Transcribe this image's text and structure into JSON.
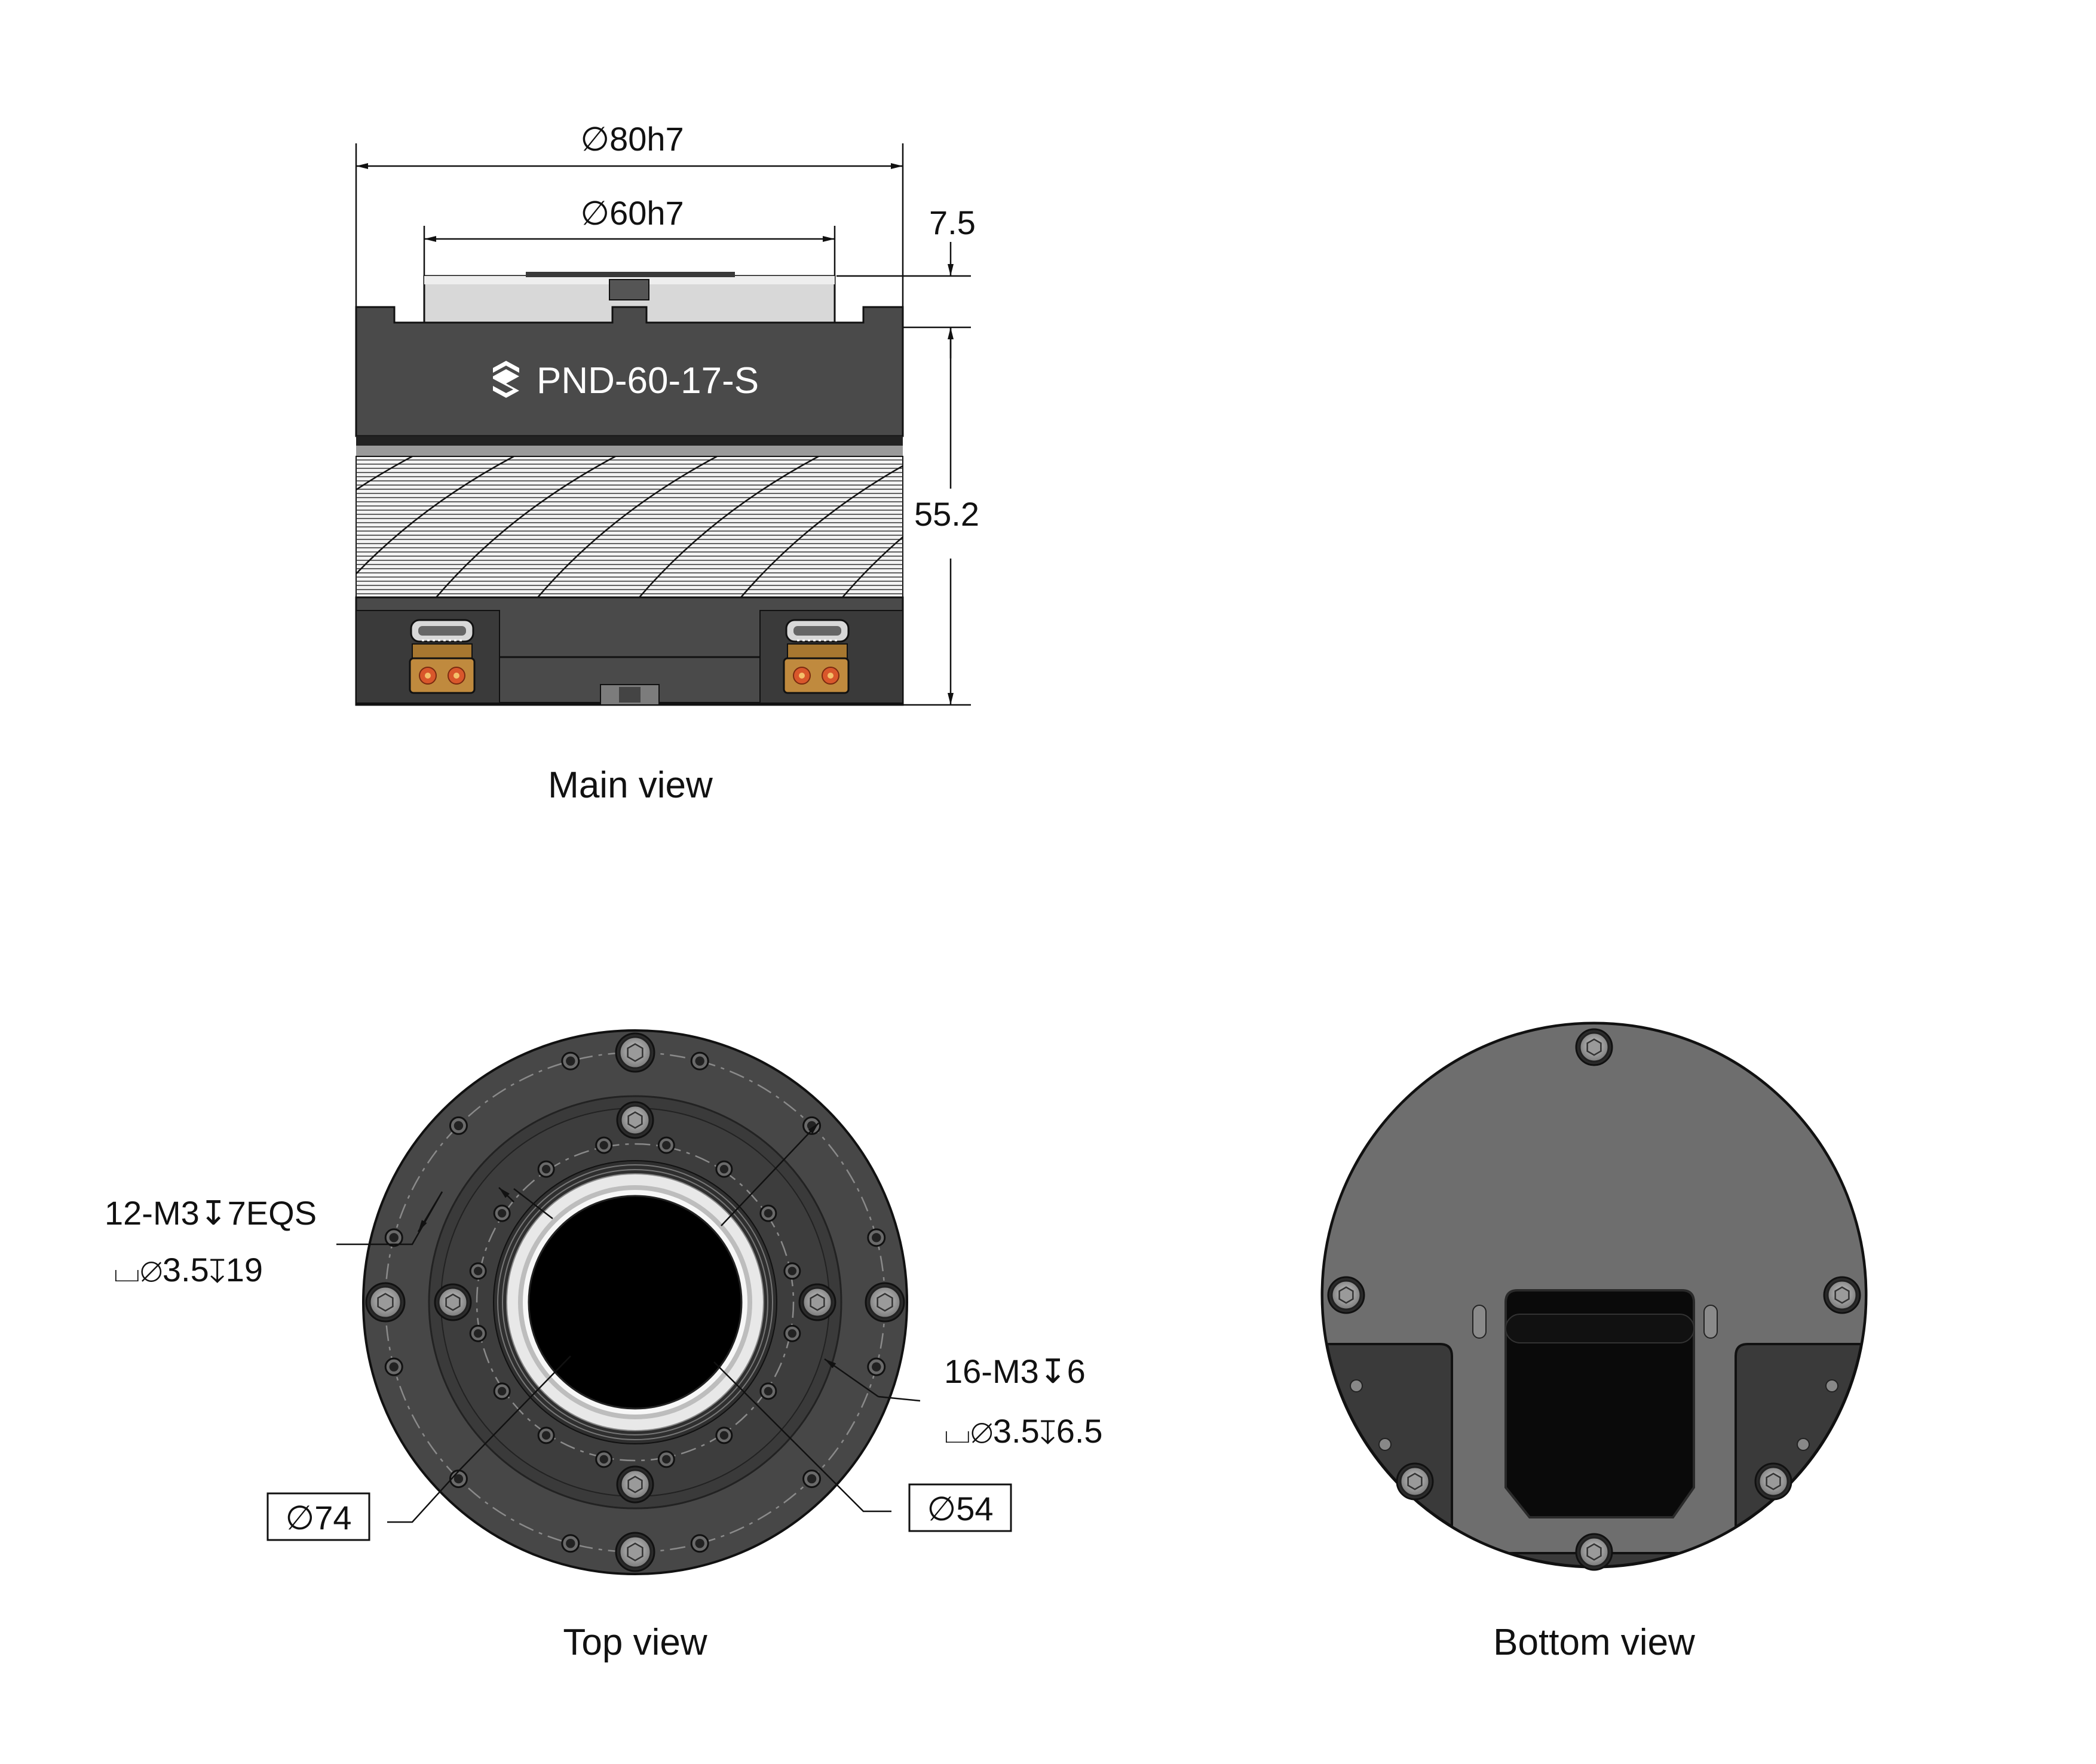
{
  "product": {
    "model": "PND-60-17-S"
  },
  "labels": {
    "main_view": "Main view",
    "top_view": "Top view",
    "bottom_view": "Bottom view"
  },
  "dimensions": {
    "outer_diameter": "∅80h7",
    "flange_diameter": "∅60h7",
    "flange_height": "7.5",
    "body_height": "55.2",
    "bolt_circle_outer": "∅74",
    "bolt_circle_inner": "∅54",
    "outer_holes_line1": "12-M3↧7EQS",
    "outer_holes_line2": "⌴∅3.5↧19",
    "inner_holes_line1": "16-M3↧6",
    "inner_holes_line2": "⌴∅3.5↧6.5"
  },
  "colors": {
    "housing_dark": "#3c3c3c",
    "housing_mid": "#4a4a4a",
    "bottom_cover": "#6e6e6e",
    "bore_black": "#000000",
    "connector_gold": "#c08a3e",
    "flange_light": "#d8d8d8"
  },
  "icons": {
    "brand_logo": "brand-logo-icon",
    "screw": "hex-socket-screw-icon"
  }
}
